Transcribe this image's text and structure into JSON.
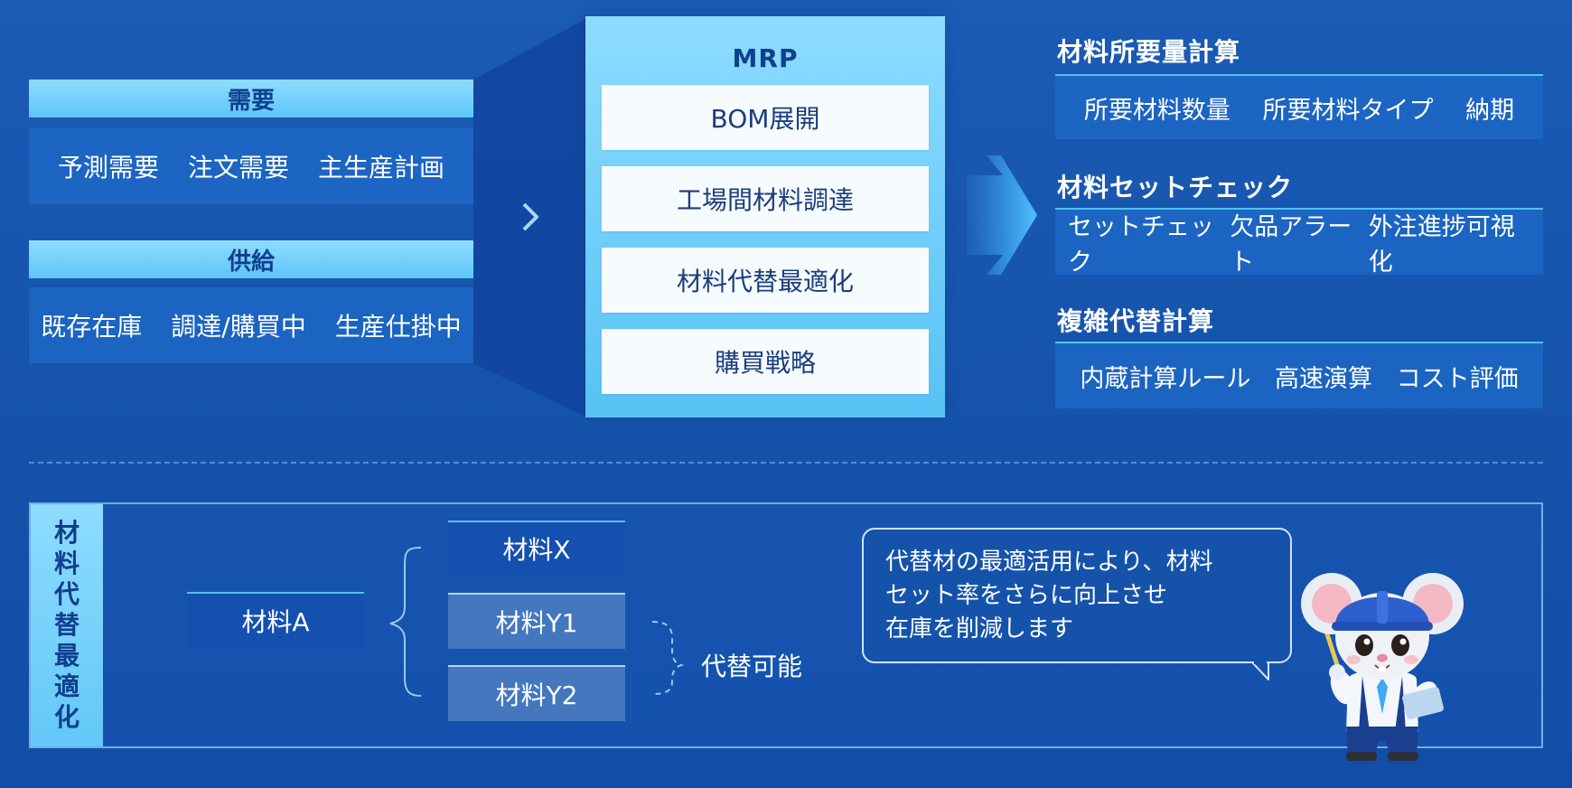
{
  "left": {
    "demand": {
      "title": "需要",
      "items": [
        "予測需要",
        "注文需要",
        "主生産計画"
      ]
    },
    "supply": {
      "title": "供給",
      "items": [
        "既存在庫",
        "調達/購買中",
        "生産仕掛中"
      ]
    }
  },
  "mrp": {
    "title": "MRP",
    "items": [
      "BOM展開",
      "工場間材料調達",
      "材料代替最適化",
      "購買戦略"
    ]
  },
  "right": [
    {
      "title": "材料所要量計算",
      "items": [
        "所要材料数量",
        "所要材料タイプ",
        "納期"
      ]
    },
    {
      "title": "材料セットチェック",
      "items": [
        "セットチェック",
        "欠品アラート",
        "外注進捗可視化"
      ]
    },
    {
      "title": "複雑代替計算",
      "items": [
        "内蔵計算ルール",
        "高速演算",
        "コスト評価"
      ]
    }
  ],
  "bottom": {
    "side_label": [
      "材",
      "料",
      "代",
      "替",
      "最",
      "適",
      "化"
    ],
    "material_a": "材料A",
    "material_x": "材料X",
    "material_y1": "材料Y1",
    "material_y2": "材料Y2",
    "substitutable": "代替可能",
    "bubble_lines": [
      "代替材の最適活用により、材料",
      "セット率をさらに向上させ",
      "在庫を削減します"
    ]
  },
  "colors": {
    "background": "#1553ab",
    "accent_cyan": "#5cc6f7",
    "header_text": "#0f3f8f"
  }
}
